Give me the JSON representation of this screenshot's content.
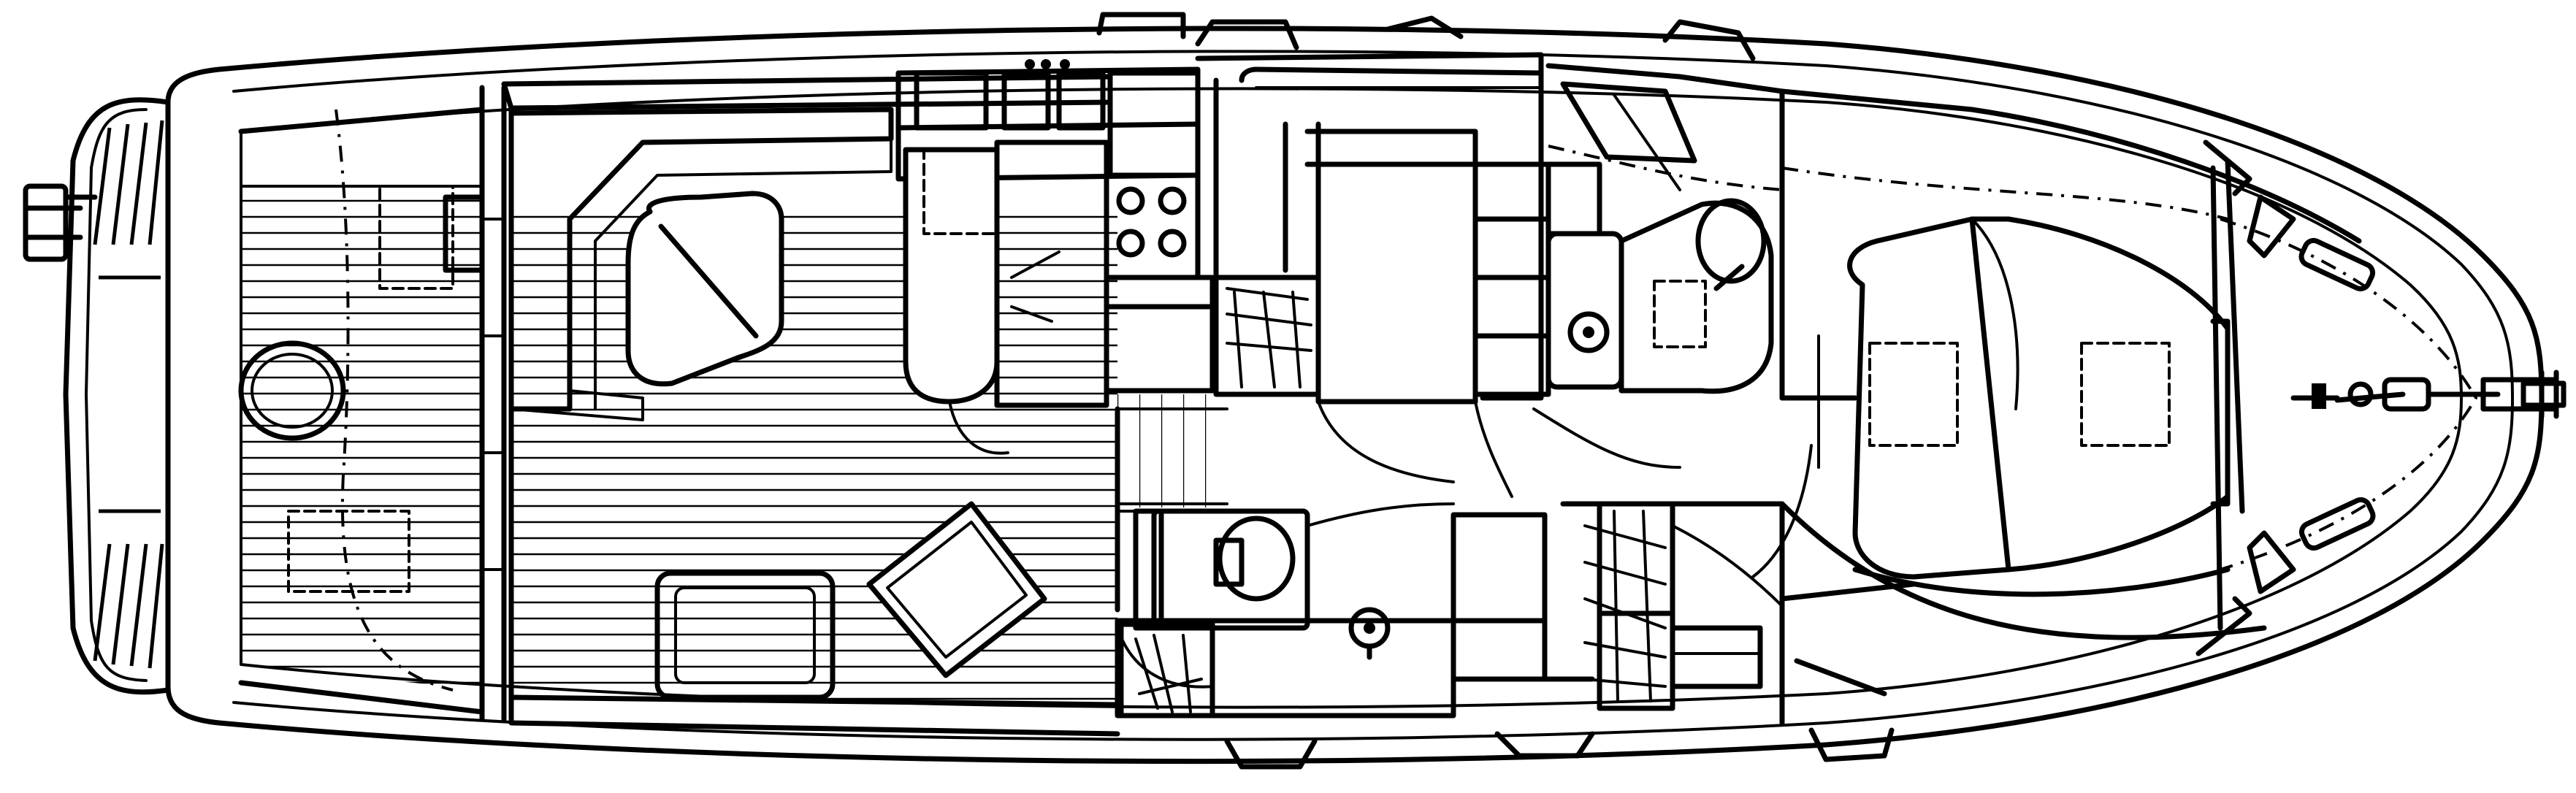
{
  "diagram": {
    "kind": "boat-deck-plan",
    "style": "black line drawing on white",
    "colors": {
      "line": "#000000",
      "background": "#ffffff"
    },
    "areas": [
      "swim-platform",
      "aft-deck",
      "salon",
      "galley",
      "lower-helm",
      "guest-stateroom",
      "day-head",
      "master-head",
      "forward-stateroom",
      "foredeck",
      "bow-pulpit"
    ]
  }
}
